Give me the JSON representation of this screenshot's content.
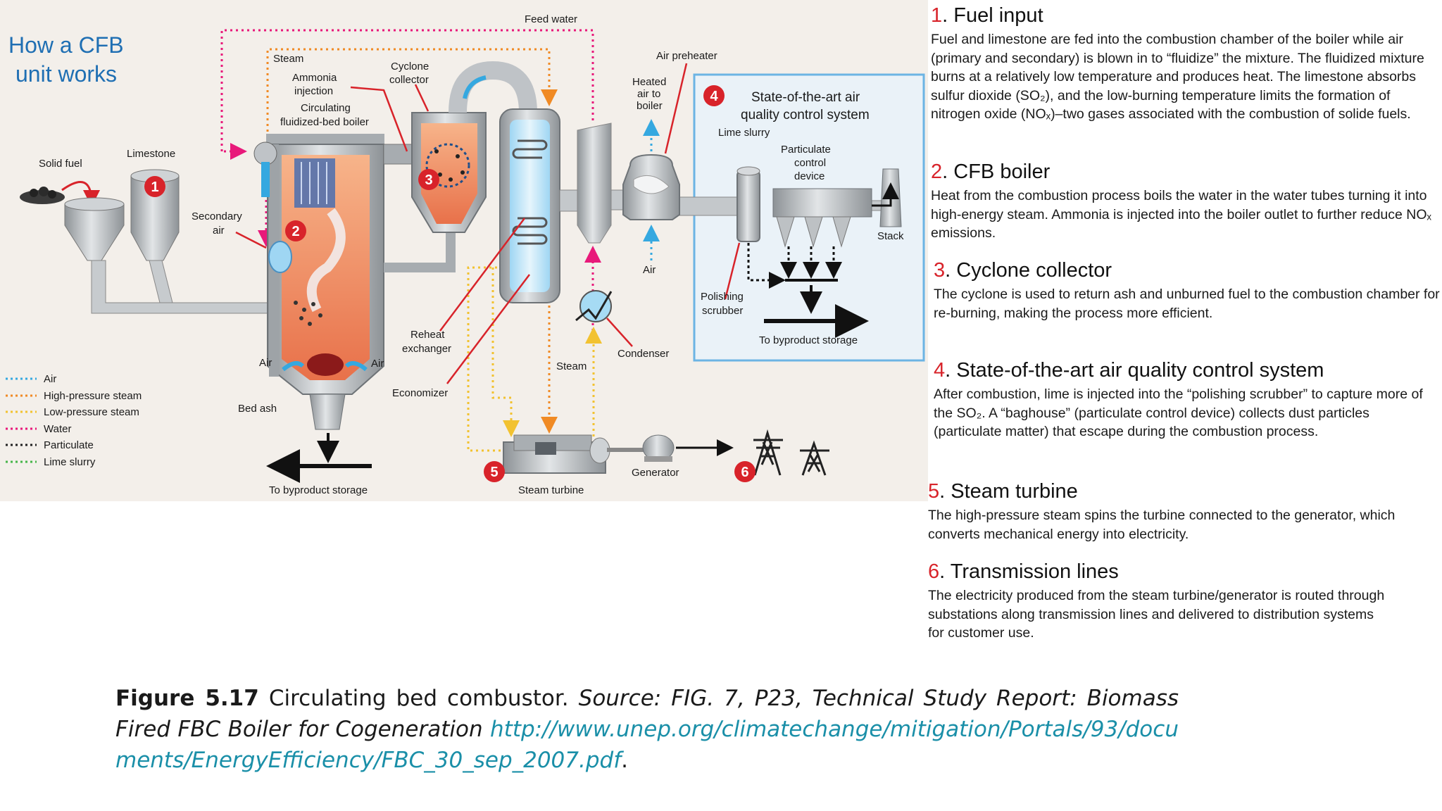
{
  "diagram": {
    "title_line1": "How a CFB",
    "title_line2": "unit works",
    "labels": {
      "feed_water": "Feed water",
      "steam_top": "Steam",
      "ammonia_1": "Ammonia",
      "ammonia_2": "injection",
      "cyclone_1": "Cyclone",
      "cyclone_2": "collector",
      "circ_1": "Circulating",
      "circ_2": "fluidized-bed boiler",
      "air_preheater": "Air preheater",
      "heated_1": "Heated",
      "heated_2": "air to",
      "heated_3": "boiler",
      "solid_fuel": "Solid fuel",
      "limestone": "Limestone",
      "secondary_1": "Secondary",
      "secondary_2": "air",
      "air_mid": "Air",
      "air_left": "Air",
      "air_right": "Air",
      "reheat_1": "Reheat",
      "reheat_2": "exchanger",
      "economizer": "Economizer",
      "steam_mid": "Steam",
      "condenser": "Condenser",
      "bed_ash": "Bed ash",
      "byproduct_left": "To byproduct storage",
      "steam_turbine": "Steam turbine",
      "generator": "Generator",
      "lime_slurry": "Lime slurry",
      "particulate_1": "Particulate",
      "particulate_2": "control",
      "particulate_3": "device",
      "stack": "Stack",
      "polishing_1": "Polishing",
      "polishing_2": "scrubber",
      "byproduct_right": "To byproduct storage"
    },
    "box_title_1": "State-of-the-art air",
    "box_title_2": "quality control system",
    "badges": [
      "1",
      "2",
      "3",
      "4",
      "5",
      "6"
    ],
    "legend": [
      {
        "label": "Air",
        "color": "#35a8e0"
      },
      {
        "label": "High-pressure steam",
        "color": "#f08a24"
      },
      {
        "label": "Low-pressure steam",
        "color": "#f2c230"
      },
      {
        "label": "Water",
        "color": "#e8197a"
      },
      {
        "label": "Particulate",
        "color": "#222222"
      },
      {
        "label": "Lime slurry",
        "color": "#46b549"
      }
    ],
    "colors": {
      "badge_red": "#d8232a",
      "box_border": "#6cb4e4",
      "box_fill": "#eaf2f8",
      "metal": "#bfc3c7",
      "hot": "#f4a070"
    }
  },
  "steps": [
    {
      "num": "1",
      "title": "Fuel input",
      "text": "Fuel and limestone are fed into the combustion chamber of the boiler while air (primary and secondary) is blown in to “fluidize” the mixture. The fluidized mixture burns at a relatively low temperature and produces heat. The limestone absorbs sulfur dioxide (SO₂), and the low-burning temperature limits the formation of nitrogen oxide (NOₓ)–two gases associated with the combustion of solide fuels."
    },
    {
      "num": "2",
      "title": "CFB boiler",
      "text": "Heat from the combustion process boils the water in the water tubes turning it into high-energy steam. Ammonia is injected into the boiler outlet to further reduce NOₓ emissions."
    },
    {
      "num": "3",
      "title": "Cyclone collector",
      "text": "The cyclone is used to return ash and unburned fuel to the combustion chamber for re-burning, making the process more efficient."
    },
    {
      "num": "4",
      "title": "State-of-the-art air quality control system",
      "text": "After combustion, lime is injected into the “polishing scrubber” to capture more of the SO₂. A “baghouse” (particulate control device) collects dust particles (particulate matter) that escape during the combustion process."
    },
    {
      "num": "5",
      "title": "Steam turbine",
      "text": "The high-pressure steam spins the turbine connected to the generator, which converts mechanical energy into electricity."
    },
    {
      "num": "6",
      "title": "Transmission lines",
      "text": "The electricity produced from the steam turbine/generator is routed through substations along transmission lines and delivered to distribution systems for customer use."
    }
  ],
  "caption": {
    "figure": "Figure 5.17",
    "title": "Circulating bed combustor.",
    "source": "Source: FIG. 7, P23, Technical Study Report: Biomass Fired FBC Boiler for Cogeneration",
    "url": "http://www.unep.org/climatechange/mitigation/Portals/93/documents/EnergyEfficiency/FBC_30_sep_2007.pdf",
    "end": "."
  }
}
